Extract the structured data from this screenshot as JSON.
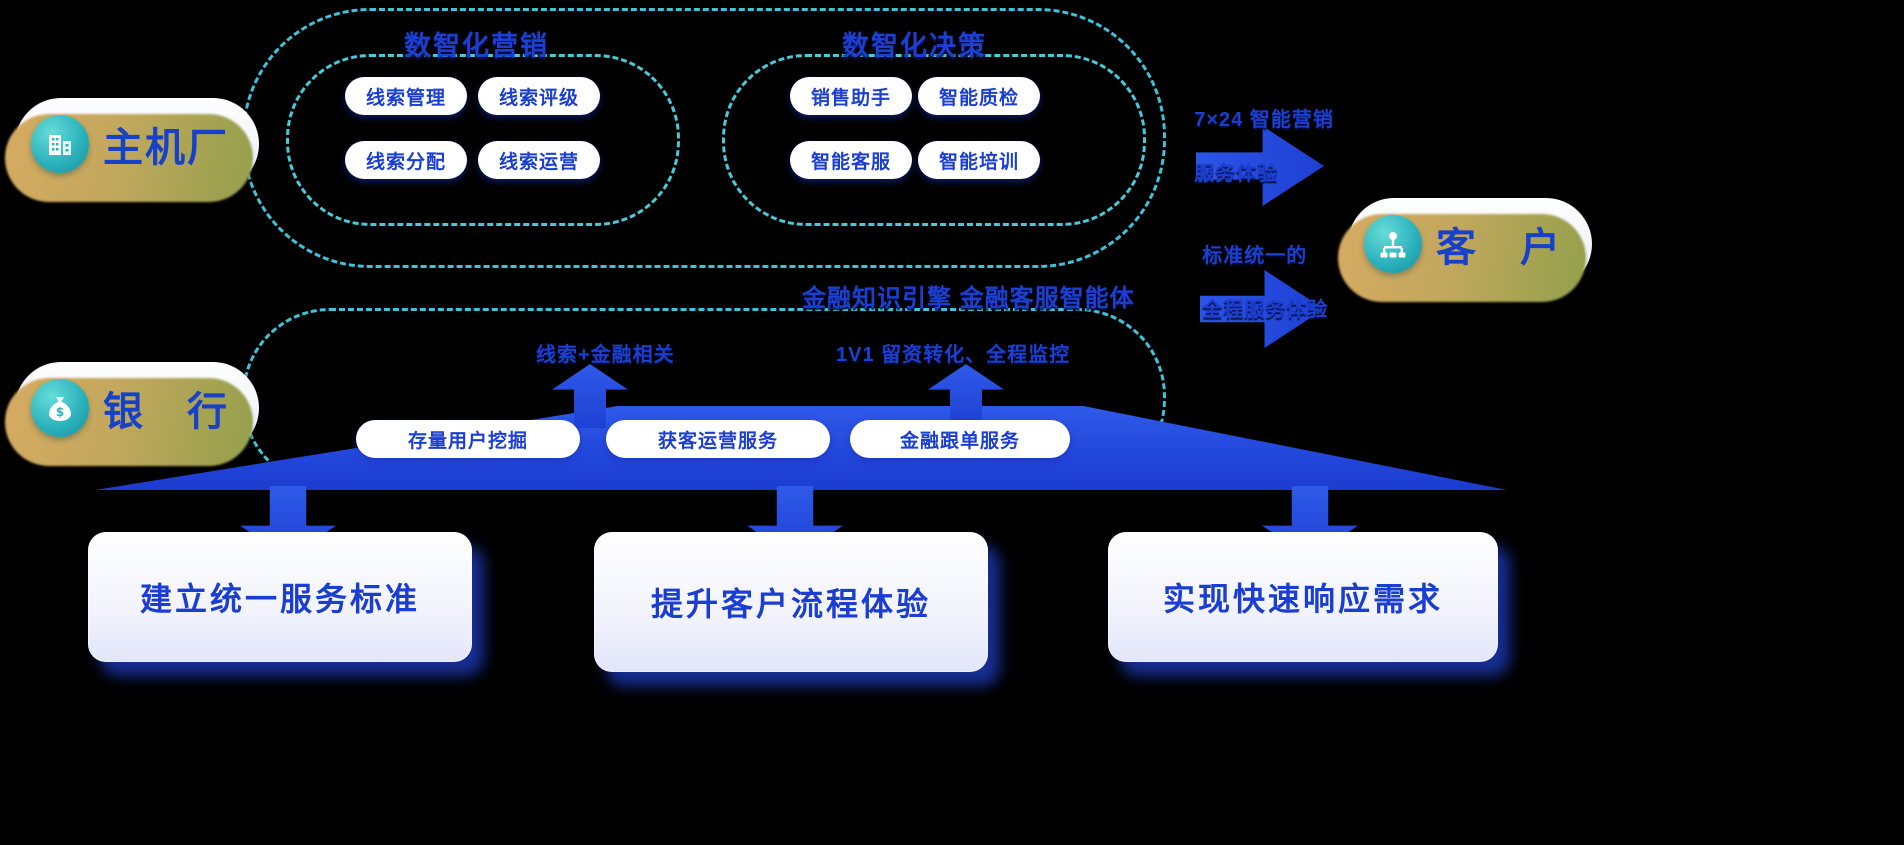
{
  "colors": {
    "primary_blue": "#1e40d4",
    "dashed_cyan": "#3cc4da",
    "icon_teal": "#2db3bd",
    "badge_shadow_gold": "#c9a75f",
    "text_blue": "#1b3fd0"
  },
  "badges": {
    "oem": {
      "label": "主机厂",
      "icon": "building-icon"
    },
    "bank": {
      "label": "银　行",
      "icon": "money-bag-icon"
    },
    "customer": {
      "label": "客　户",
      "icon": "org-chart-icon"
    }
  },
  "marketing_zone": {
    "title": "数智化营销",
    "pills": [
      "线索管理",
      "线索评级",
      "线索分配",
      "线索运营"
    ]
  },
  "decision_zone": {
    "title": "数智化决策",
    "pills": [
      "销售助手",
      "智能质检",
      "智能客服",
      "智能培训"
    ]
  },
  "engine_label": "金融知识引擎 金融客服智能体",
  "bank_zone": {
    "left_note": "线索+金融相关",
    "right_note": "1V1 留资转化、全程监控",
    "pills": [
      "存量用户挖掘",
      "获客运营服务",
      "金融跟单服务"
    ]
  },
  "right_flow": {
    "top_note_line1": "7×24 智能营销",
    "top_note_line2": "服务体验",
    "bottom_note_line1": "标准统一的",
    "bottom_note_line2": "全程服务体验"
  },
  "bottom_boxes": [
    "建立统一服务标准",
    "提升客户流程体验",
    "实现快速响应需求"
  ]
}
